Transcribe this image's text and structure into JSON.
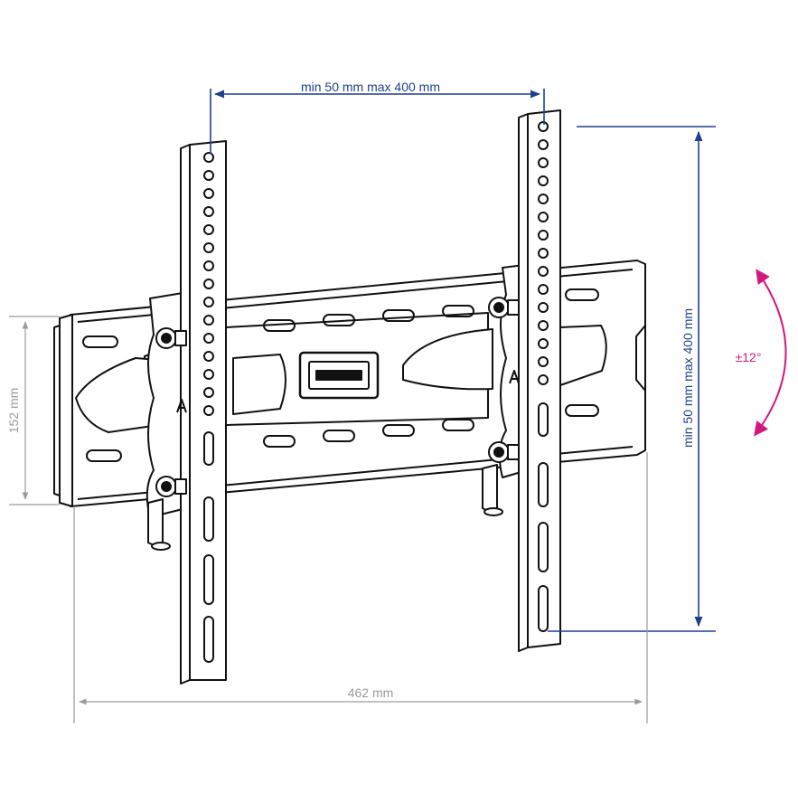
{
  "dimensions": {
    "horizontal_spacing": "min 50 mm max 400 mm",
    "vertical_spacing": "min 50 mm max 400 mm",
    "wall_plate_height": "152 mm",
    "wall_plate_width": "462 mm",
    "tilt_angle": "±12°"
  },
  "colors": {
    "dimension_blue": "#1f3f8f",
    "dimension_gray": "#9a9a9a",
    "tilt_magenta": "#d4177f",
    "line_art": "#111111"
  },
  "icons": {
    "bracket": "tv-wall-mount-drawing",
    "tilt": "curved-double-arrow-icon"
  }
}
